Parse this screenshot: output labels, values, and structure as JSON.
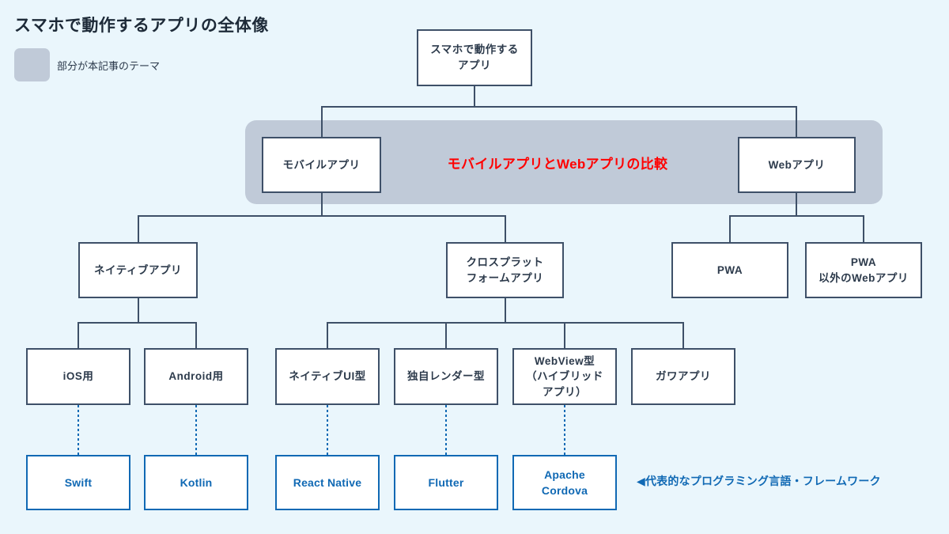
{
  "header": {
    "title": "スマホで動作するアプリの全体像",
    "legend_note": "部分が本記事のテーマ",
    "legend_swatch_color": "#c0cad8"
  },
  "band": {
    "label": "モバイルアプリとWebアプリの比較",
    "label_color": "#ff0000",
    "background_color": "#c0cad8"
  },
  "colors": {
    "page_background": "#eaf6fc",
    "node_border": "#3e5068",
    "node_text": "#2c3a4b",
    "lang_accent": "#1069b4"
  },
  "nodes": {
    "root": {
      "line1": "スマホで動作する",
      "line2": "アプリ"
    },
    "mobile": {
      "line1": "モバイルアプリ"
    },
    "web": {
      "line1": "Webアプリ"
    },
    "native": {
      "line1": "ネイティブアプリ"
    },
    "crossplatform": {
      "line1": "クロスプラット",
      "line2": "フォームアプリ"
    },
    "pwa": {
      "line1": "PWA"
    },
    "nonpwa": {
      "line1": "PWA",
      "line2": "以外のWebアプリ"
    },
    "ios": {
      "line1": "iOS用"
    },
    "android": {
      "line1": "Android用"
    },
    "nativeui": {
      "line1": "ネイティブUI型"
    },
    "ownrender": {
      "line1": "独自レンダー型"
    },
    "webview": {
      "line1": "WebView型",
      "line2": "（ハイブリッド",
      "line3": "アプリ）"
    },
    "gawa": {
      "line1": "ガワアプリ"
    },
    "swift": {
      "line1": "Swift"
    },
    "kotlin": {
      "line1": "Kotlin"
    },
    "reactnative": {
      "line1": "React Native"
    },
    "flutter": {
      "line1": "Flutter"
    },
    "cordova": {
      "line1": "Apache",
      "line2": "Cordova"
    }
  },
  "annotation": {
    "text": "◀代表的なプログラミング言語・フレームワーク"
  }
}
